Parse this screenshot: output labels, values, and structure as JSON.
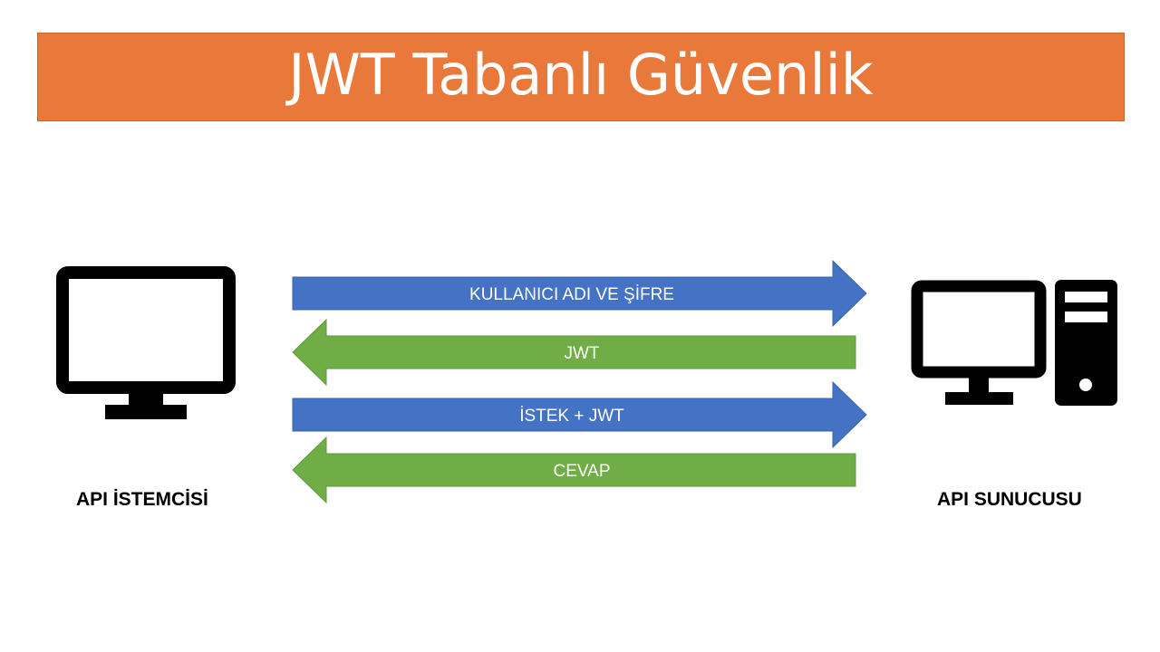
{
  "title": "JWT Tabanlı Güvenlik",
  "colors": {
    "banner": "#e8793a",
    "request_arrow": "#4472c4",
    "response_arrow": "#70ad47",
    "icon": "#000000"
  },
  "client": {
    "label": "API İSTEMCİSİ",
    "icon": "monitor-icon"
  },
  "server": {
    "label": "API SUNUCUSU",
    "icon": "desktop-computer-icon"
  },
  "arrows": [
    {
      "direction": "right",
      "label": "KULLANICI ADI VE ŞİFRE"
    },
    {
      "direction": "left",
      "label": "JWT"
    },
    {
      "direction": "right",
      "label": "İSTEK + JWT"
    },
    {
      "direction": "left",
      "label": "CEVAP"
    }
  ]
}
